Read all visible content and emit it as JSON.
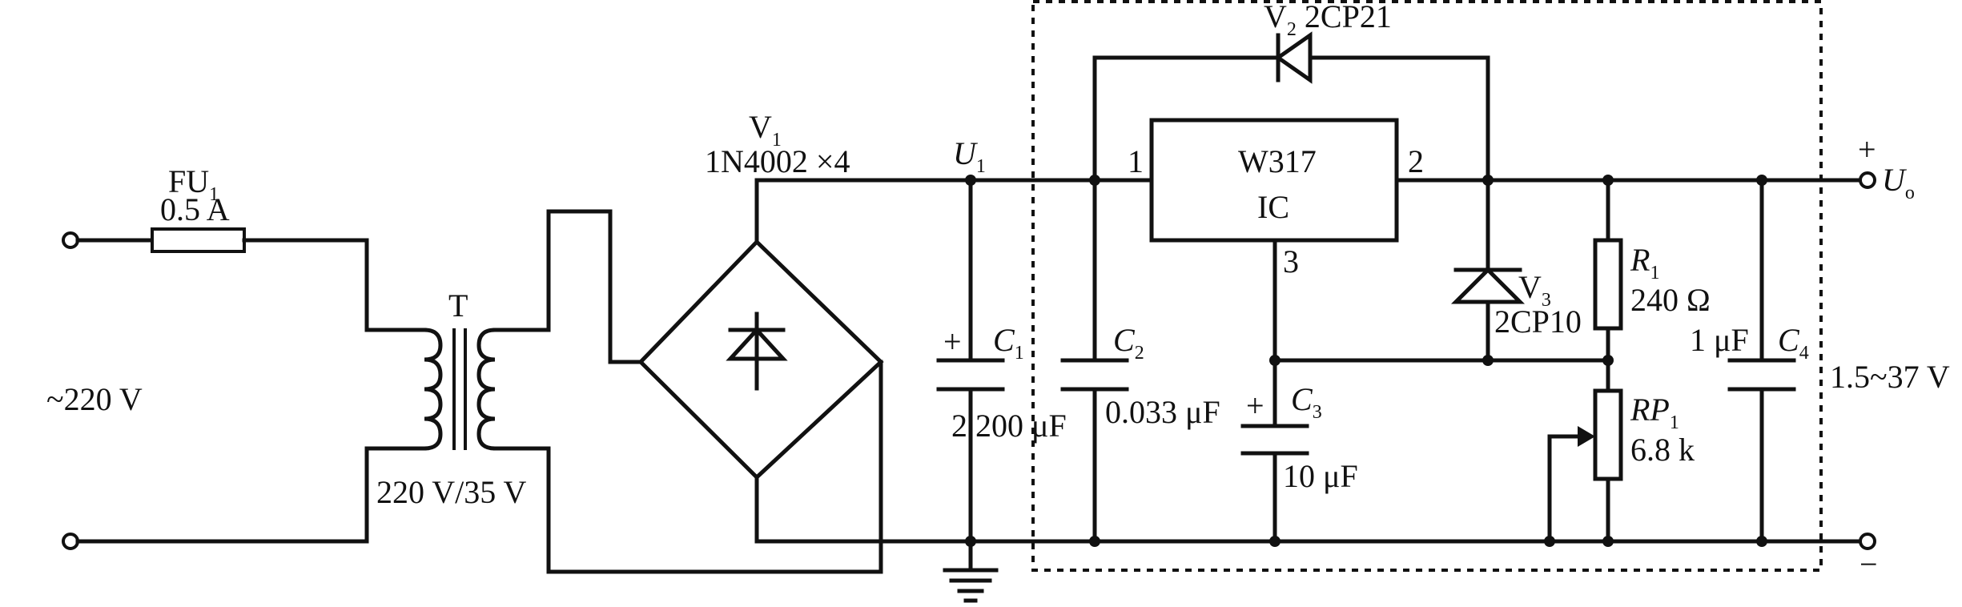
{
  "input": {
    "voltage": "~220 V"
  },
  "fuse": {
    "ref": "FU",
    "ref_sub": "1",
    "rating": "0.5 A"
  },
  "transformer": {
    "ref": "T",
    "ratio": "220 V/35 V"
  },
  "bridge": {
    "ref": "V",
    "ref_sub": "1",
    "part": "1N4002 ×4"
  },
  "node_u1": {
    "label": "U",
    "sub": "1"
  },
  "c1": {
    "ref": "C",
    "sub": "1",
    "value": "2 200 μF",
    "polarity": "+"
  },
  "c2": {
    "ref": "C",
    "sub": "2",
    "value": "0.033 μF"
  },
  "c3": {
    "ref": "C",
    "sub": "3",
    "value": "10 μF",
    "polarity": "+"
  },
  "c4": {
    "ref": "C",
    "sub": "4",
    "value": "1 μF"
  },
  "ic": {
    "name": "W317",
    "type": "IC",
    "pin1": "1",
    "pin2": "2",
    "pin3": "3"
  },
  "v2": {
    "ref": "V",
    "sub": "2",
    "part": "2CP21"
  },
  "v3": {
    "ref": "V",
    "sub": "3",
    "part": "2CP10"
  },
  "r1": {
    "ref": "R",
    "sub": "1",
    "value": "240 Ω"
  },
  "rp1": {
    "ref": "RP",
    "sub": "1",
    "value": "6.8 k"
  },
  "output": {
    "label": "U",
    "sub": "o",
    "plus": "+",
    "minus": "−",
    "range": "1.5~37 V"
  }
}
